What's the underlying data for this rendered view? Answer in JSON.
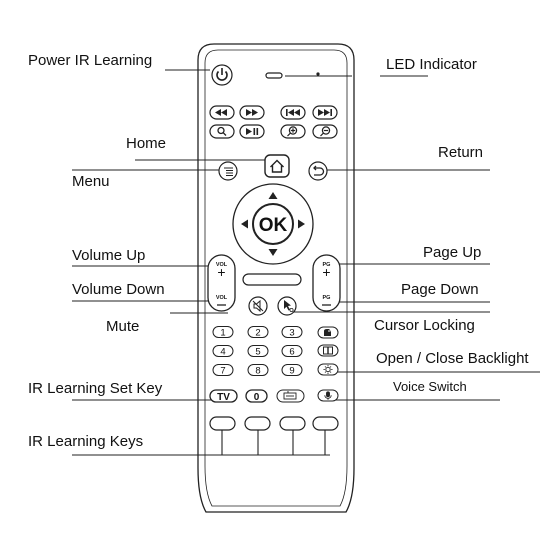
{
  "callouts": {
    "power_ir_learning": "Power IR Learning",
    "led_indicator": "LED Indicator",
    "home": "Home",
    "return": "Return",
    "menu": "Menu",
    "volume_up": "Volume Up",
    "page_up": "Page Up",
    "volume_down": "Volume Down",
    "page_down": "Page Down",
    "mute": "Mute",
    "cursor_locking": "Cursor Locking",
    "open_close_backlight": "Open / Close Backlight",
    "ir_learning_set_key": "IR Learning Set Key",
    "voice_switch": "Voice Switch",
    "ir_learning_keys": "IR Learning Keys"
  },
  "remote": {
    "ok_label": "OK",
    "vol_label": "VOL",
    "pg_label": "PG",
    "plus": "+",
    "minus": "−",
    "numpad": [
      "1",
      "2",
      "3",
      "4",
      "5",
      "6",
      "7",
      "8",
      "9"
    ],
    "tv_label": "TV",
    "zero_label": "0"
  },
  "icons": {
    "power": "power-icon",
    "media_row1": [
      "rewind-icon",
      "fast-forward-icon",
      "skip-previous-icon",
      "skip-next-icon"
    ],
    "media_row2": [
      "search-icon",
      "play-pause-icon",
      "zoom-in-icon",
      "zoom-out-icon"
    ],
    "home": "home-icon",
    "menu": "menu-icon",
    "return": "return-icon",
    "mute": "mute-icon",
    "cursor": "cursor-icon",
    "numpad_side": [
      "mouse-icon",
      "info-icon",
      "backlight-icon",
      "microphone-icon"
    ],
    "keyboard": "keyboard-icon"
  },
  "colors": {
    "line": "#222222",
    "ink": "#111111"
  }
}
